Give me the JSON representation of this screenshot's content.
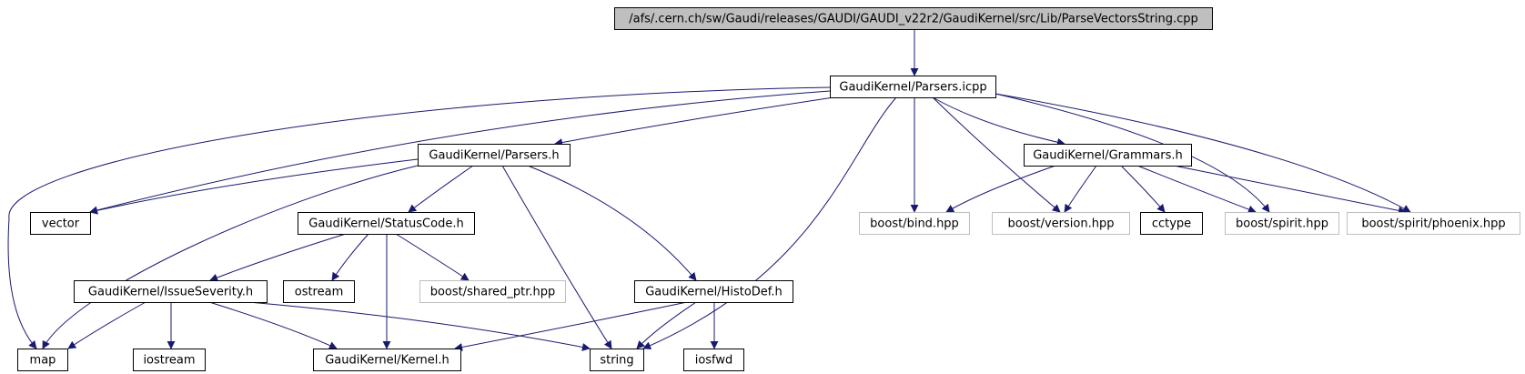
{
  "diagram": {
    "colors": {
      "edge": "#191970",
      "root_fill": "#bfbfbf",
      "box_stroke": "#000000",
      "external_stroke": "#bfbfbf",
      "text": "#000000"
    },
    "nodes": [
      {
        "id": "root",
        "label": "/afs/.cern.ch/sw/Gaudi/releases/GAUDI/GAUDI_v22r2/GaudiKernel/src/Lib/ParseVectorsString.cpp",
        "kind": "root"
      },
      {
        "id": "parsers_icpp",
        "label": "GaudiKernel/Parsers.icpp",
        "kind": "documented"
      },
      {
        "id": "parsers_h",
        "label": "GaudiKernel/Parsers.h",
        "kind": "documented"
      },
      {
        "id": "grammars_h",
        "label": "GaudiKernel/Grammars.h",
        "kind": "documented"
      },
      {
        "id": "vector",
        "label": "vector",
        "kind": "documented"
      },
      {
        "id": "statuscode_h",
        "label": "GaudiKernel/StatusCode.h",
        "kind": "documented"
      },
      {
        "id": "boost_bind",
        "label": "boost/bind.hpp",
        "kind": "external"
      },
      {
        "id": "boost_version",
        "label": "boost/version.hpp",
        "kind": "external"
      },
      {
        "id": "cctype",
        "label": "cctype",
        "kind": "documented"
      },
      {
        "id": "boost_spirit",
        "label": "boost/spirit.hpp",
        "kind": "external"
      },
      {
        "id": "boost_phoenix",
        "label": "boost/spirit/phoenix.hpp",
        "kind": "external"
      },
      {
        "id": "issueseverity_h",
        "label": "GaudiKernel/IssueSeverity.h",
        "kind": "documented"
      },
      {
        "id": "ostream",
        "label": "ostream",
        "kind": "documented"
      },
      {
        "id": "boost_shared_ptr",
        "label": "boost/shared_ptr.hpp",
        "kind": "external"
      },
      {
        "id": "histodef_h",
        "label": "GaudiKernel/HistoDef.h",
        "kind": "documented"
      },
      {
        "id": "map",
        "label": "map",
        "kind": "documented"
      },
      {
        "id": "iostream",
        "label": "iostream",
        "kind": "documented"
      },
      {
        "id": "kernel_h",
        "label": "GaudiKernel/Kernel.h",
        "kind": "documented"
      },
      {
        "id": "string",
        "label": "string",
        "kind": "documented"
      },
      {
        "id": "iosfwd",
        "label": "iosfwd",
        "kind": "documented"
      }
    ],
    "edges": [
      {
        "from": "root",
        "to": "parsers_icpp"
      },
      {
        "from": "parsers_icpp",
        "to": "parsers_h"
      },
      {
        "from": "parsers_icpp",
        "to": "grammars_h"
      },
      {
        "from": "parsers_icpp",
        "to": "vector"
      },
      {
        "from": "parsers_icpp",
        "to": "map"
      },
      {
        "from": "parsers_icpp",
        "to": "boost_bind"
      },
      {
        "from": "parsers_icpp",
        "to": "boost_version"
      },
      {
        "from": "parsers_icpp",
        "to": "boost_spirit"
      },
      {
        "from": "parsers_icpp",
        "to": "boost_phoenix"
      },
      {
        "from": "parsers_icpp",
        "to": "string"
      },
      {
        "from": "parsers_h",
        "to": "vector"
      },
      {
        "from": "parsers_h",
        "to": "map"
      },
      {
        "from": "parsers_h",
        "to": "statuscode_h"
      },
      {
        "from": "parsers_h",
        "to": "string"
      },
      {
        "from": "parsers_h",
        "to": "histodef_h"
      },
      {
        "from": "grammars_h",
        "to": "boost_bind"
      },
      {
        "from": "grammars_h",
        "to": "boost_version"
      },
      {
        "from": "grammars_h",
        "to": "cctype"
      },
      {
        "from": "grammars_h",
        "to": "boost_spirit"
      },
      {
        "from": "grammars_h",
        "to": "boost_phoenix"
      },
      {
        "from": "statuscode_h",
        "to": "issueseverity_h"
      },
      {
        "from": "statuscode_h",
        "to": "ostream"
      },
      {
        "from": "statuscode_h",
        "to": "boost_shared_ptr"
      },
      {
        "from": "statuscode_h",
        "to": "kernel_h"
      },
      {
        "from": "issueseverity_h",
        "to": "map"
      },
      {
        "from": "issueseverity_h",
        "to": "iostream"
      },
      {
        "from": "issueseverity_h",
        "to": "kernel_h"
      },
      {
        "from": "issueseverity_h",
        "to": "string"
      },
      {
        "from": "histodef_h",
        "to": "kernel_h"
      },
      {
        "from": "histodef_h",
        "to": "string"
      },
      {
        "from": "histodef_h",
        "to": "iosfwd"
      }
    ]
  }
}
